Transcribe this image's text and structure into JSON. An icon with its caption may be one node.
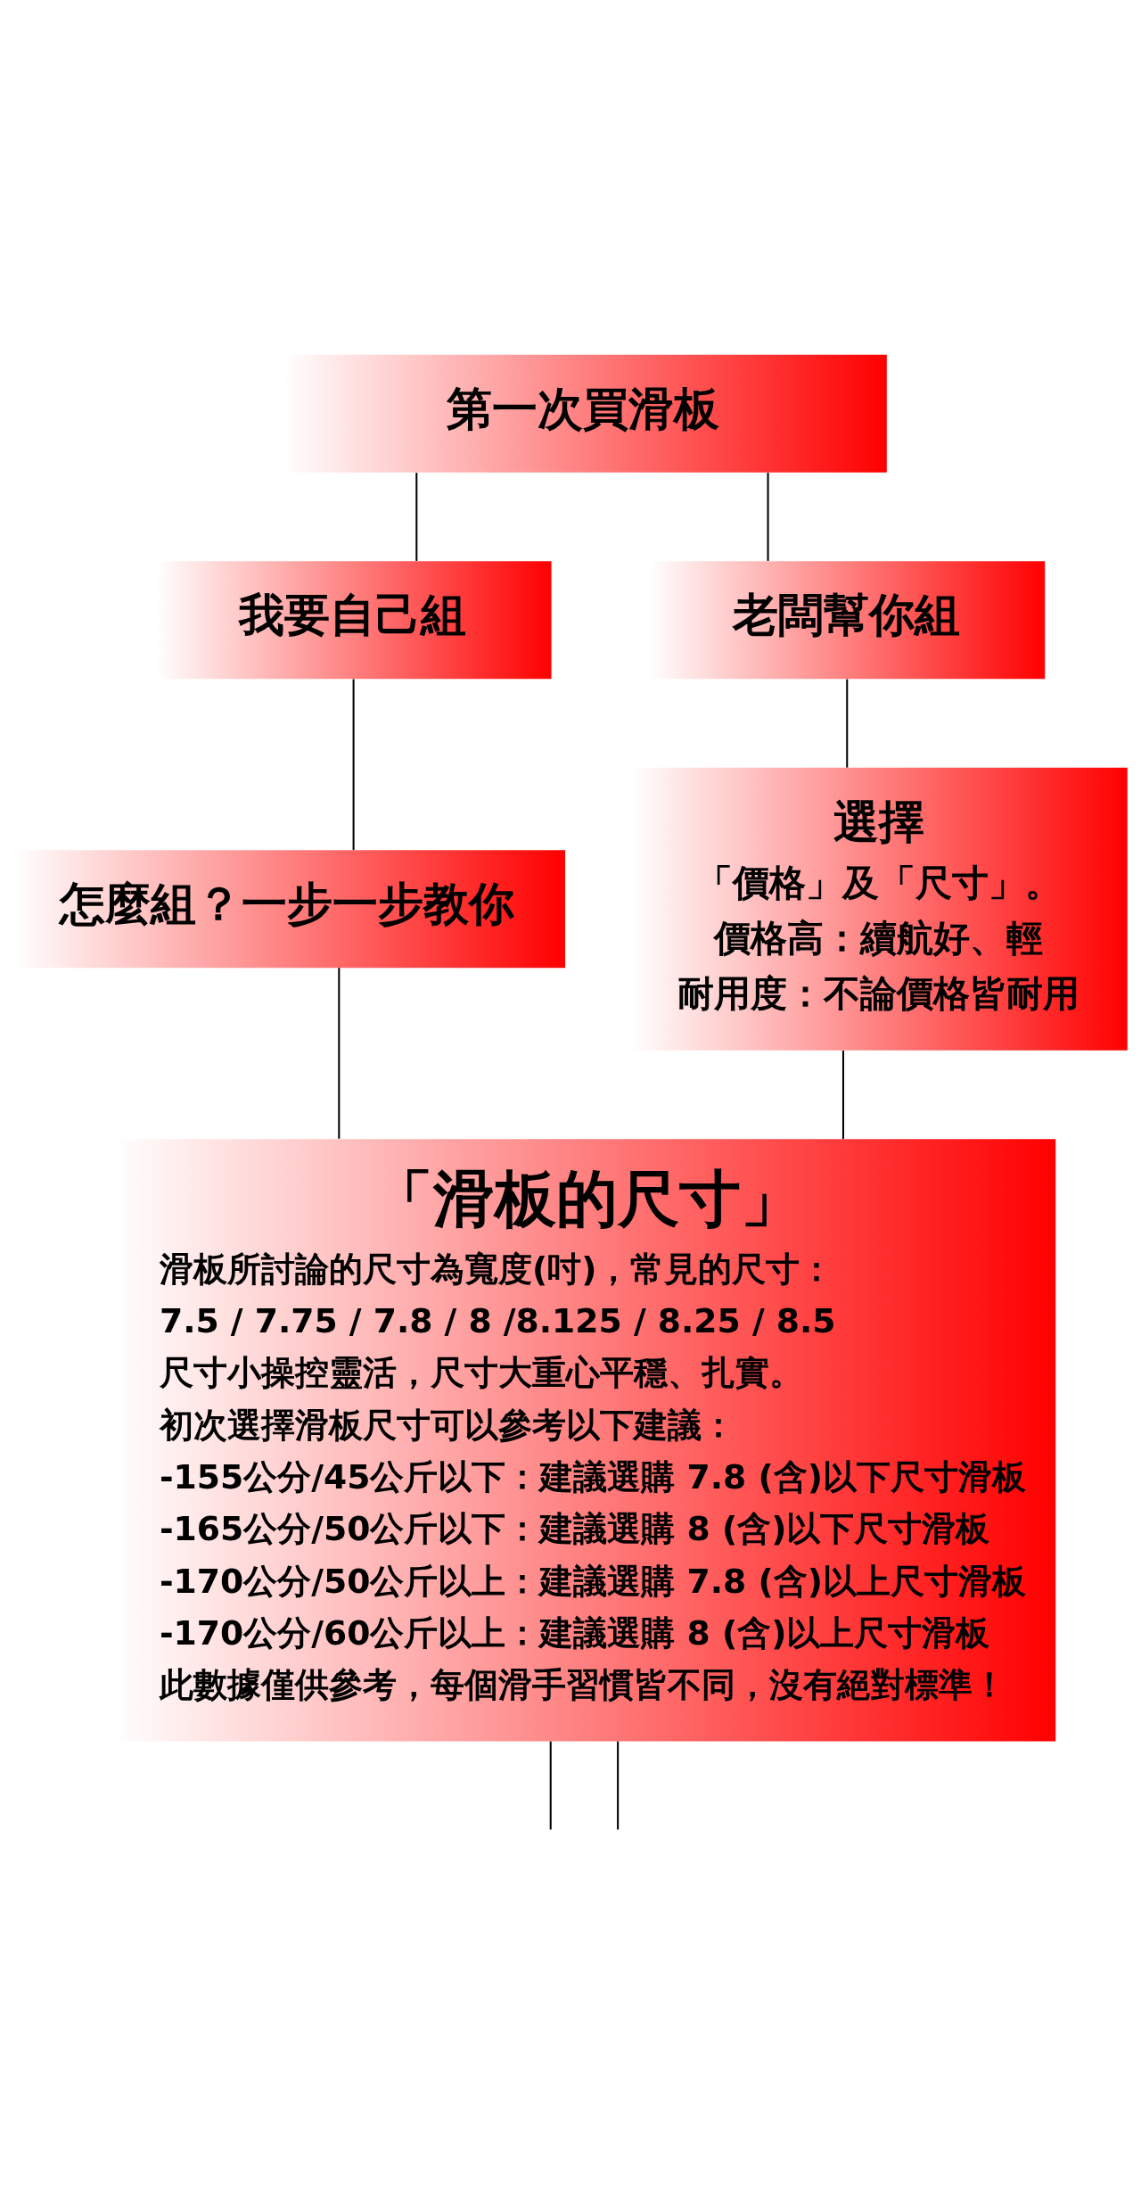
{
  "diagram": {
    "nodes": [
      {
        "text": [
          "第一次買滑板"
        ]
      },
      {
        "text": [
          "我要自己組"
        ]
      },
      {
        "text": [
          "老闆幫你組"
        ]
      },
      {
        "text": [
          "怎麼組？一步一步教你"
        ]
      },
      {
        "text": [
          "選擇",
          "「價格」及「尺寸」。",
          "價格高：續航好、輕",
          "耐用度：不論價格皆耐用"
        ]
      },
      {
        "text": [
          "「滑板的尺寸」",
          "滑板所討論的尺寸為寬度(吋)，常見的尺寸：",
          "7.5 / 7.75 / 7.8 / 8 /8.125 / 8.25 / 8.5",
          "尺寸小操控靈活，尺寸大重心平穩、扎實。",
          "初次選擇滑板尺寸可以參考以下建議：",
          "-155公分/45公斤以下：建議選購 7.8 (含)以下尺寸滑板",
          "-165公分/50公斤以下：建議選購 8 (含)以下尺寸滑板",
          "-170公分/50公斤以上：建議選購 7.8 (含)以上尺寸滑板",
          "-170公分/60公斤以上：建議選購 8 (含)以上尺寸滑板",
          "此數據僅供參考，每個滑手習慣皆不同，沒有絕對標準！"
        ]
      }
    ],
    "edges": [
      {
        "from": 0,
        "to": 1,
        "arrow": "none"
      },
      {
        "from": 0,
        "to": 2,
        "arrow": "none"
      },
      {
        "from": 1,
        "to": 3,
        "arrow": "none"
      },
      {
        "from": 2,
        "to": 4,
        "arrow": "none"
      },
      {
        "from": 3,
        "to": 5,
        "arrow": "none"
      },
      {
        "from": 4,
        "to": 5,
        "arrow": "none"
      },
      {
        "from": 5,
        "to": null,
        "arrow": "none"
      },
      {
        "from": 5,
        "to": null,
        "arrow": "none"
      }
    ]
  }
}
